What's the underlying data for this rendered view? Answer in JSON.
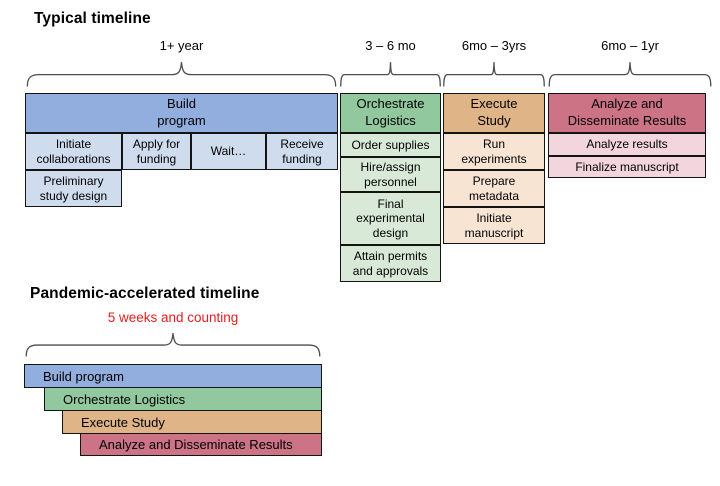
{
  "colors": {
    "build": "#92aede",
    "build_light": "#cfdcee",
    "orchestrate": "#92c89d",
    "orchestrate_light": "#d8ead7",
    "execute": "#dfb487",
    "execute_light": "#f7e4d2",
    "analyze": "#cc7386",
    "analyze_light": "#f3d6dd",
    "accent_red": "#e32020",
    "border": "#141414"
  },
  "typical": {
    "title": "Typical timeline",
    "phases": [
      {
        "label": "Build\nprogram",
        "duration": "1+ year",
        "tasks": [
          "Initiate\ncollaborations",
          "Apply for\nfunding",
          "Wait…",
          "Receive\nfunding",
          "Preliminary\nstudy design"
        ]
      },
      {
        "label": "Orchestrate\nLogistics",
        "duration": "3 – 6 mo",
        "tasks": [
          "Order supplies",
          "Hire/assign\npersonnel",
          "Final\nexperimental\ndesign",
          "Attain permits\nand approvals"
        ]
      },
      {
        "label": "Execute\nStudy",
        "duration": "6mo – 3yrs",
        "tasks": [
          "Run\nexperiments",
          "Prepare\nmetadata",
          "Initiate\nmanuscript"
        ]
      },
      {
        "label": "Analyze and\nDisseminate Results",
        "duration": "6mo – 1yr",
        "tasks": [
          "Analyze results",
          "Finalize manuscript"
        ]
      }
    ]
  },
  "accelerated": {
    "title": "Pandemic-accelerated timeline",
    "duration_label": "5 weeks and counting",
    "bars": [
      "Build program",
      "Orchestrate Logistics",
      "Execute Study",
      "Analyze and Disseminate Results"
    ]
  }
}
